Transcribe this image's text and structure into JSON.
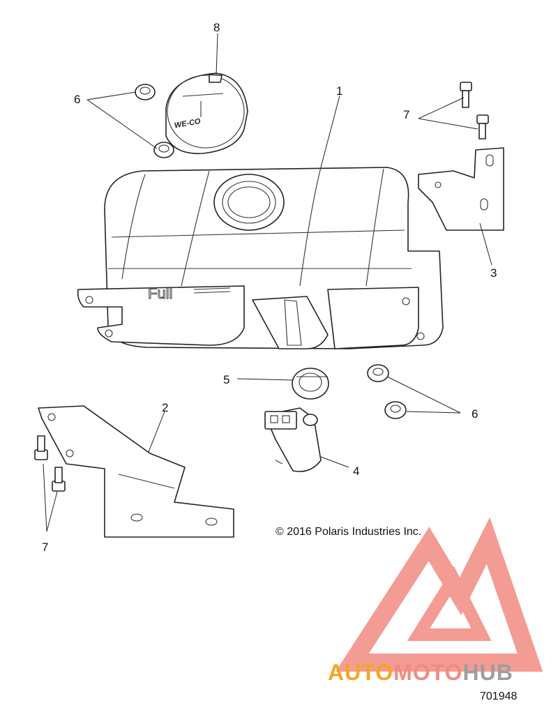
{
  "callouts": {
    "c1": "1",
    "c2": "2",
    "c3": "3",
    "c4": "4",
    "c5": "5",
    "c6a": "6",
    "c6b": "6",
    "c7a": "7",
    "c7b": "7",
    "c8": "8"
  },
  "tank": {
    "embossed_text": "Full"
  },
  "cap": {
    "brand_text": "WE-CO"
  },
  "copyright": "© 2016 Polaris Industries Inc.",
  "watermark": {
    "text_part1": "AUTO",
    "text_part2": "MOTO",
    "text_part3": "HUB",
    "color_orange": "#f5a623",
    "color_red": "#f28b82",
    "color_gray": "#9e9e9e"
  },
  "document_number": "701948"
}
